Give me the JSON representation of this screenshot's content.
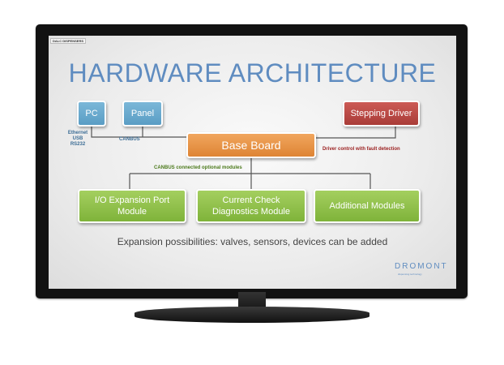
{
  "slide": {
    "tag": "DALC DISPENSERS",
    "title": "HARDWARE ARCHITECTURE",
    "nodes": {
      "pc": "PC",
      "panel": "Panel",
      "stepping_driver": "Stepping Driver",
      "base_board": "Base Board",
      "io_module": "I/O Expansion Port Module",
      "current_check": "Current Check Diagnostics Module",
      "additional": "Additional Modules"
    },
    "labels": {
      "pc_links": "Ethernet USB RS232",
      "canbus": "CANBUS",
      "driver_control": "Driver control with fault detection",
      "canbus_optional": "CANBUS connected optional modules"
    },
    "footer": "Expansion possibilities: valves, sensors, devices can be added",
    "logo": "DROMONT",
    "slogan": "dispensing technology"
  },
  "colors": {
    "title": "#5f8cc0",
    "blue_node": "#6aa9ce",
    "red_node": "#b84844",
    "orange_node": "#e8944a",
    "green_node": "#8fc04b",
    "connector": "#555555"
  }
}
